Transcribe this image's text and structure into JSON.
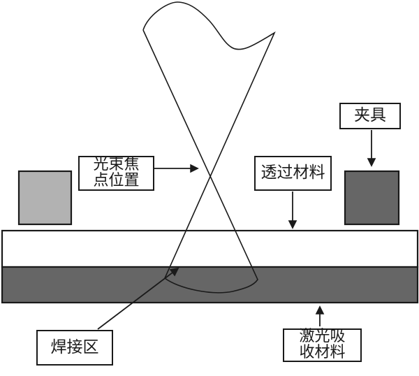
{
  "labels": {
    "beam_focus_line1": "光束焦",
    "beam_focus_line2": "点位置",
    "fixture": "夹具",
    "transparent_material": "透过材料",
    "weld_zone": "焊接区",
    "absorber_line1": "激光吸",
    "absorber_line2": "收材料"
  },
  "colors": {
    "background": "#ffffff",
    "outline": "#1a1a1a",
    "left_clamp_fill": "#b2b2b2",
    "right_clamp_fill": "#666666",
    "transparent_layer_fill": "#ffffff",
    "absorbing_layer_fill": "#666666"
  }
}
